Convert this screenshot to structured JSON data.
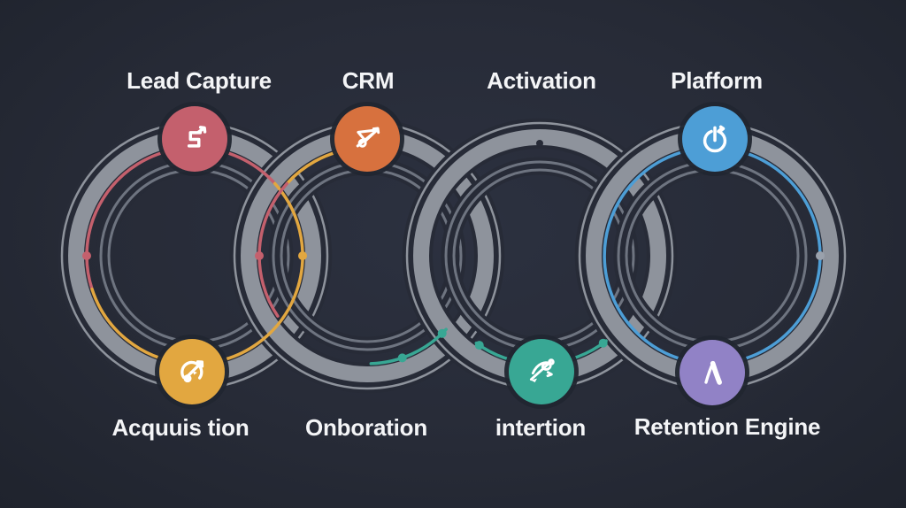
{
  "diagram": {
    "background": "#272b37",
    "ring_color": "#8e939c",
    "inner_ring_color": "#6e7480",
    "label_color": "#f4f5f7",
    "icon_color": "#ffffff",
    "accent_colors": {
      "red": "#c4606d",
      "orange": "#d7713e",
      "yellow": "#e2a740",
      "teal": "#38a794",
      "blue": "#4d9ed6",
      "purple": "#9182c6",
      "gray_dot": "#9aa1ac"
    },
    "rings": [
      {
        "top_label": "Lead Capture",
        "bottom_label": "Acquuis tion",
        "top_badge": {
          "color": "red",
          "icon": "lead-capture-icon"
        },
        "bottom_badge": {
          "color": "yellow",
          "icon": "acquisition-gauge-icon"
        }
      },
      {
        "top_label": "CRM",
        "bottom_label": "Onboration",
        "top_badge": {
          "color": "orange",
          "icon": "crm-funnel-icon"
        },
        "bottom_badge": null
      },
      {
        "top_label": "Activation",
        "bottom_label": "intertion",
        "top_badge": null,
        "bottom_badge": {
          "color": "teal",
          "icon": "integration-scribble-icon"
        }
      },
      {
        "top_label": "Plafform",
        "bottom_label": "Retention Engine",
        "top_badge": {
          "color": "blue",
          "icon": "platform-power-icon"
        },
        "bottom_badge": {
          "color": "purple",
          "icon": "retention-lambda-icon"
        }
      }
    ]
  }
}
